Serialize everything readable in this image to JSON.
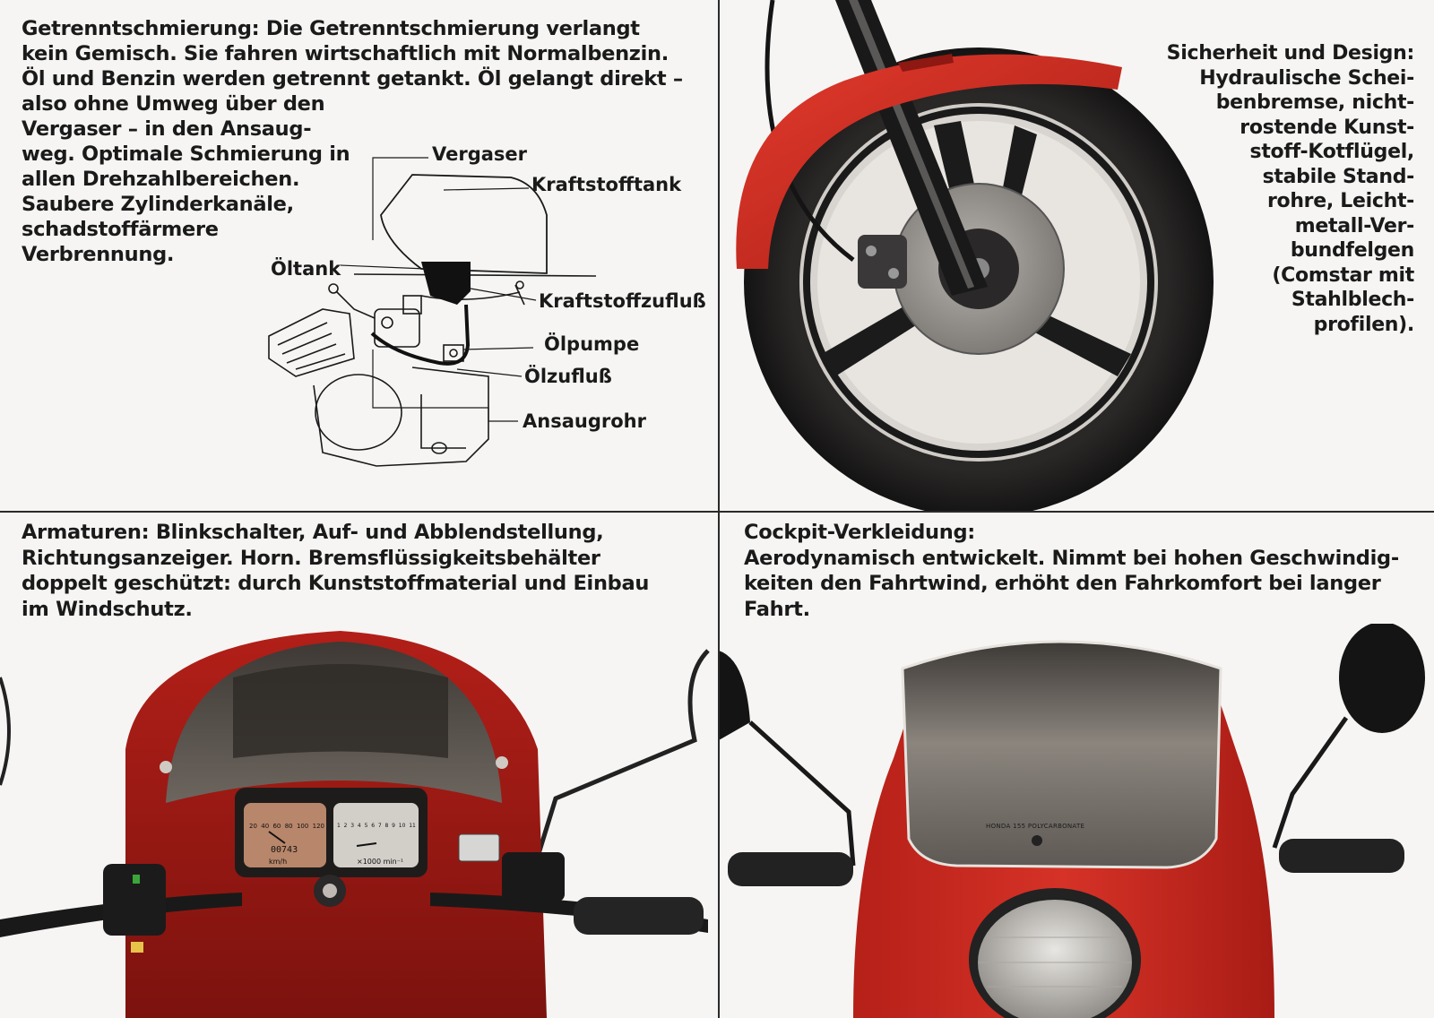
{
  "quadrants": {
    "schmierung": {
      "text": "Getrenntschmierung: Die Getrenntschmierung verlangt kein Gemisch. Sie fahren wirtschaftlich mit Normalbenzin. Öl und Benzin werden getrennt getankt. Öl gelangt direkt – also ohne Umweg über den Vergaser – in den Ansaugweg. Optimale Schmierung in allen Drehzahlbereichen. Saubere Zylinderkanäle, schadstoffärmere Verbrennung.",
      "lines": [
        "Getrenntschmierung: Die Getrenntschmierung verlangt",
        "kein Gemisch. Sie fahren wirtschaftlich mit Normalbenzin.",
        "Öl und Benzin werden getrennt getankt. Öl gelangt direkt –",
        "also ohne Umweg über den",
        "Vergaser – in den Ansaug-",
        "weg. Optimale Schmierung in",
        "allen Drehzahlbereichen.",
        "Saubere Zylinderkanäle,",
        "schadstoffärmere",
        "Verbrennung."
      ],
      "diagram_labels": {
        "vergaser": "Vergaser",
        "kraftstofftank": "Kraftstofftank",
        "oeltank": "Öltank",
        "kraftstoffzufluss": "Kraftstoffzufluß",
        "oelpumpe": "Ölpumpe",
        "oelzufluss": "Ölzufluß",
        "ansaugrohr": "Ansaugrohr"
      }
    },
    "sicherheit": {
      "lines": [
        "Sicherheit und Design:",
        "Hydraulische Schei-",
        "benbremse, nicht-",
        "rostende Kunst-",
        "stoff-Kotflügel,",
        "stabile Stand-",
        "rohre, Leicht-",
        "metall-Ver-",
        "bundfelgen",
        "(Comstar mit",
        "Stahlblech-",
        "profilen)."
      ]
    },
    "armaturen": {
      "lines": [
        "Armaturen: Blinkschalter, Auf- und Abblendstellung,",
        "Richtungsanzeiger. Horn. Bremsflüssigkeitsbehälter",
        "doppelt geschützt: durch Kunststoffmaterial und Einbau",
        "im Windschutz."
      ],
      "gauges": {
        "speedo_ticks": [
          "20",
          "40",
          "60",
          "80",
          "100",
          "120"
        ],
        "speedo_unit": "km/h",
        "odometer": "00743",
        "tacho_ticks": [
          "1",
          "2",
          "3",
          "4",
          "5",
          "6",
          "7",
          "8",
          "9",
          "10",
          "11"
        ],
        "tacho_unit": "×1000 min⁻¹"
      }
    },
    "cockpit": {
      "lines": [
        "Cockpit-Verkleidung:",
        "Aerodynamisch entwickelt. Nimmt bei hohen Geschwindig-",
        "keiten den Fahrtwind, erhöht den Fahrkomfort bei langer",
        "Fahrt."
      ],
      "windshield_print": "HONDA 155 POLYCARBONATE"
    }
  },
  "colors": {
    "paper": "#f6f5f3",
    "ink": "#1a1a1a",
    "fairing_red": "#c8261e",
    "tire_black": "#1e1c1c",
    "smoke_shield": "#5a5550"
  }
}
